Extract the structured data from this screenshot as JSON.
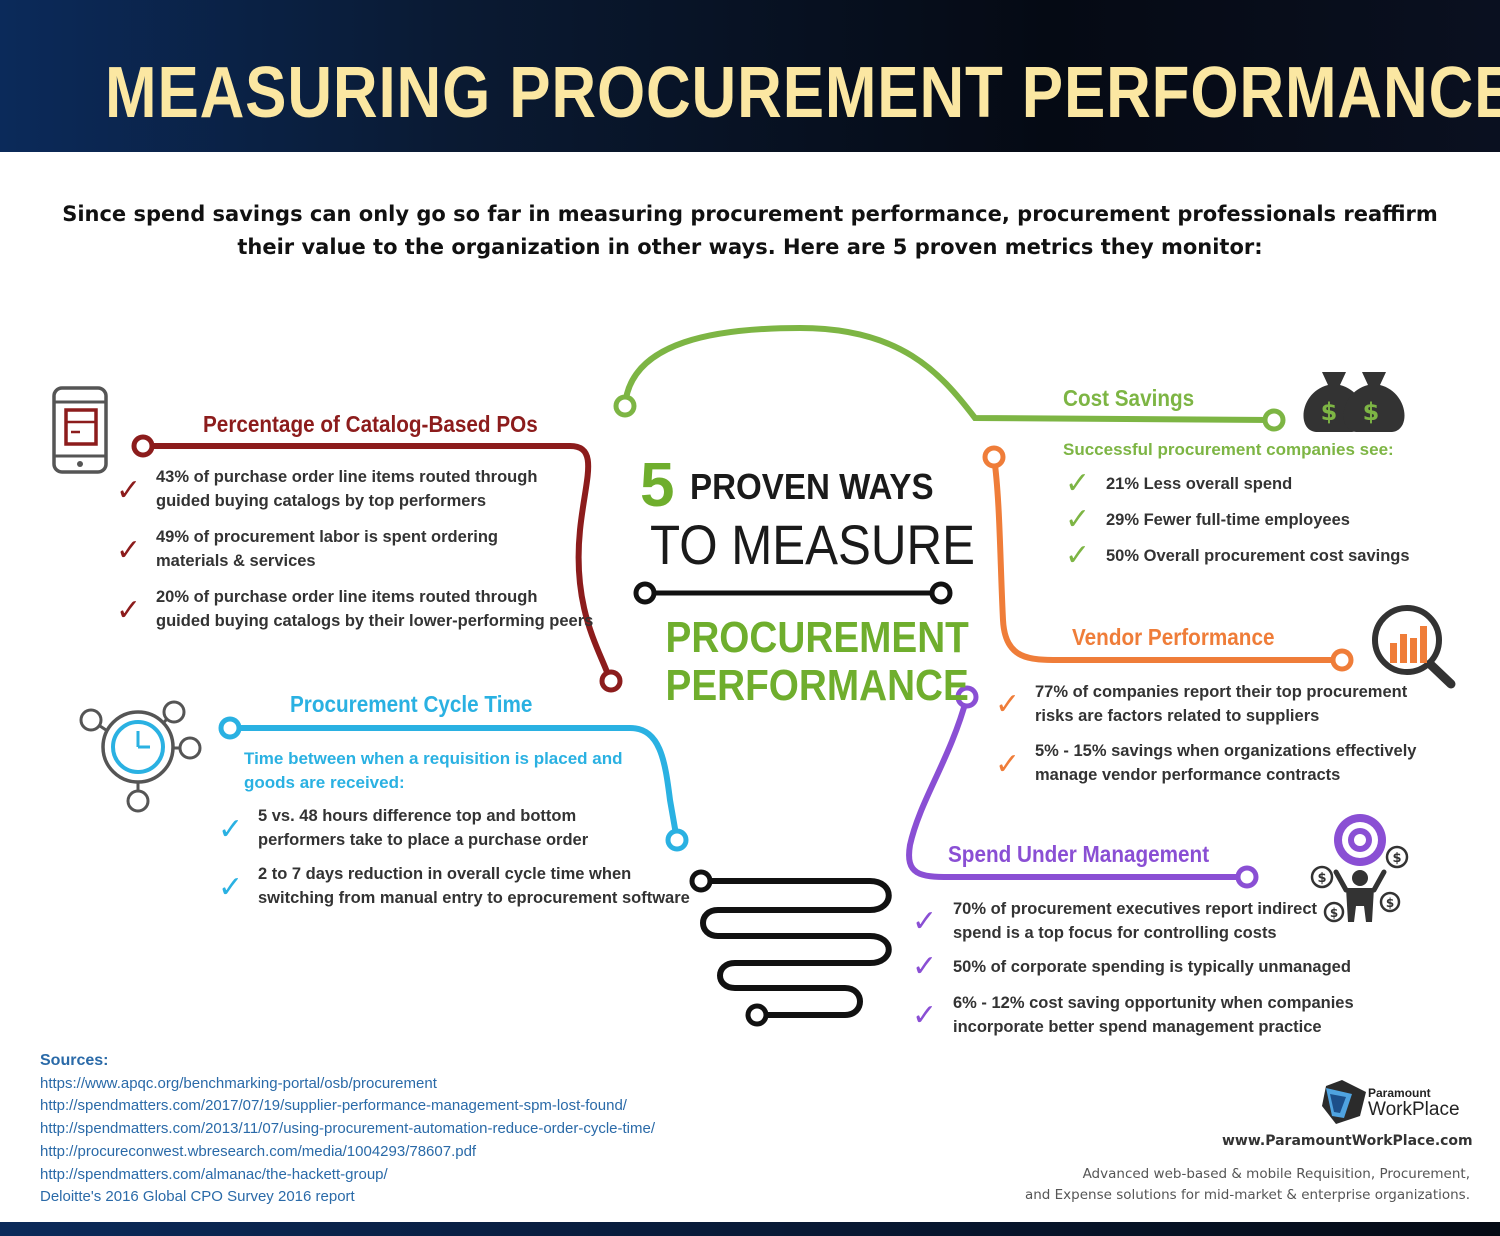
{
  "header": {
    "title": "MEASURING PROCUREMENT PERFORMANCE?"
  },
  "intro": {
    "line1": "Since spend savings can only go so far in measuring procurement performance, procurement professionals reaffirm",
    "line2": "their value to the organization in other ways. Here are 5 proven metrics they monitor:"
  },
  "center": {
    "number": "5",
    "line1": "PROVEN WAYS",
    "line2": "TO MEASURE",
    "line3": "PROCUREMENT",
    "line4": "PERFORMANCE"
  },
  "catalog": {
    "title": "Percentage of Catalog-Based POs",
    "icon": "tablet-catalog-icon",
    "color": "#8c1c1c",
    "bullets": [
      {
        "l1": "43% of purchase order line items routed through",
        "l2": "guided buying catalogs by top performers"
      },
      {
        "l1": "49% of procurement labor is spent ordering",
        "l2": "materials & services"
      },
      {
        "l1": " 20% of purchase order line items routed through",
        "l2": "guided buying catalogs by their lower-performing peers"
      }
    ]
  },
  "cost": {
    "title": "Cost Savings",
    "icon": "money-bags-icon",
    "color": "#7db544",
    "subtitle": "Successful procurement companies see:",
    "bullets": [
      "21% Less overall spend",
      "29% Fewer full-time employees",
      "50% Overall procurement cost savings"
    ]
  },
  "vendor": {
    "title": "Vendor Performance",
    "icon": "magnifier-chart-icon",
    "color": "#ef7d39",
    "bullets": [
      {
        "l1": "77% of companies report their top procurement",
        "l2": "risks are factors related to suppliers"
      },
      {
        "l1": "5% - 15% savings when organizations effectively",
        "l2": "manage vendor performance contracts"
      }
    ]
  },
  "cycle": {
    "title": "Procurement Cycle Time",
    "icon": "clock-network-icon",
    "color": "#2ab1e2",
    "subtitle1": "Time between when a requisition is placed and",
    "subtitle2": "goods are received:",
    "bullets": [
      {
        "l1": "5 vs. 48 hours difference top and bottom",
        "l2": "performers take to place a purchase order"
      },
      {
        "l1": "2 to 7 days reduction in overall cycle time when",
        "l2": "switching from manual entry to eprocurement software"
      }
    ]
  },
  "spend": {
    "title": "Spend Under Management",
    "icon": "person-target-money-icon",
    "color": "#8a4fd4",
    "bullets": [
      {
        "l1": "70% of procurement executives report indirect",
        "l2": "spend is a top focus for controlling costs"
      },
      {
        "l1": "50% of corporate spending is typically unmanaged",
        "l2": ""
      },
      {
        "l1": "6% - 12% cost saving opportunity when companies",
        "l2": "incorporate better spend management practice"
      }
    ]
  },
  "sources": {
    "heading": "Sources:",
    "items": [
      "https://www.apqc.org/benchmarking-portal/osb/procurement",
      "http://spendmatters.com/2017/07/19/supplier-performance-management-spm-lost-found/",
      "http://spendmatters.com/2013/11/07/using-procurement-automation-reduce-order-cycle-time/",
      "http://procureconwest.wbresearch.com/media/1004293/78607.pdf",
      "http://spendmatters.com/almanac/the-hackett-group/",
      "Deloitte's 2016 Global CPO Survey 2016 report"
    ]
  },
  "brand": {
    "logo": "paramount-cube-logo",
    "name1": "Paramount",
    "name2": "WorkPlace",
    "site": "www.ParamountWorkPlace.com",
    "tagline1": "Advanced web-based & mobile Requisition, Procurement,",
    "tagline2": "and Expense solutions for mid-market & enterprise organizations."
  },
  "check_symbol": "✓"
}
